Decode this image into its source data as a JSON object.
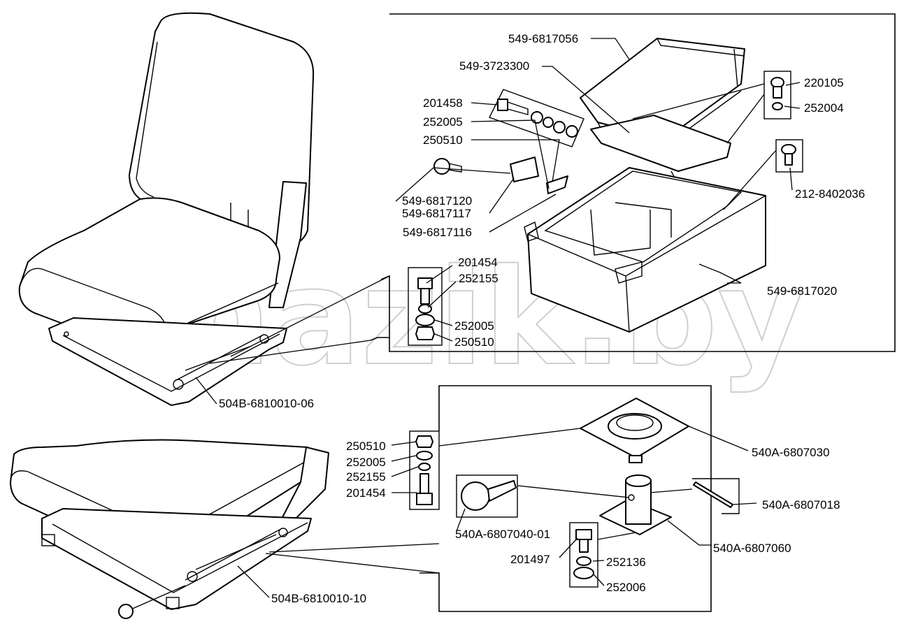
{
  "watermark": "mazik.by",
  "labels": {
    "seat_top": "504B-6810010-06",
    "seat_bottom": "504B-6810010-10",
    "plate_upper": "549-6817056",
    "bracket": "549-3723300",
    "bolt_201458": "201458",
    "washer_252005_a": "252005",
    "nut_250510_a": "250510",
    "knob_120": "549-6817120",
    "plate_117": "549-6817117",
    "pin_116": "549-6817116",
    "bolt_201454_a": "201454",
    "washer_252155_a": "252155",
    "washer_252005_b": "252005",
    "nut_250510_b": "250510",
    "box_020": "549-6817020",
    "bolt_220105": "220105",
    "washer_252004": "252004",
    "bolt_212": "212-8402036",
    "nut_250510_c": "250510",
    "washer_252005_c": "252005",
    "washer_252155_c": "252155",
    "bolt_201454_c": "201454",
    "plate_030": "540A-6807030",
    "pin_018": "540A-6807018",
    "handle_040": "540A-6807040-01",
    "base_060": "540A-6807060",
    "bolt_201497": "201497",
    "washer_252136": "252136",
    "washer_252006": "252006"
  }
}
